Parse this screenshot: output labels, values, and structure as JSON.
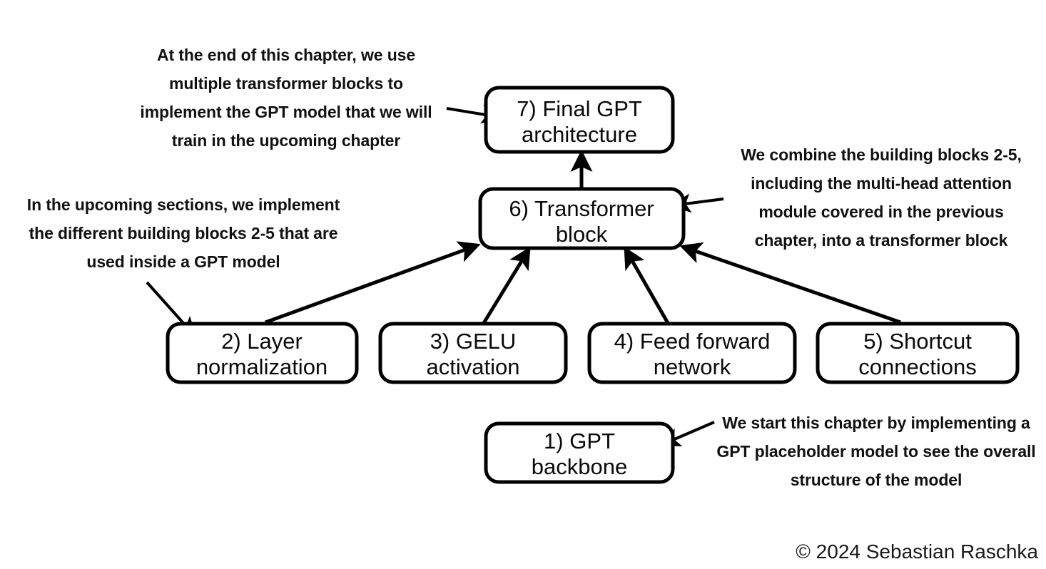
{
  "figure": {
    "title": "GPT model building blocks overview diagram",
    "background_color": "#ffffff",
    "line_color": "#000000",
    "credit": "© 2024 Sebastian Raschka"
  },
  "boxes": [
    {
      "id": "gpt-backbone",
      "line1": "1) GPT",
      "line2": "backbone"
    },
    {
      "id": "layer-normalization",
      "line1": "2) Layer",
      "line2": "normalization"
    },
    {
      "id": "gelu-activation",
      "line1": "3) GELU",
      "line2": "activation"
    },
    {
      "id": "feed-forward-network",
      "line1": "4) Feed forward",
      "line2": "network"
    },
    {
      "id": "shortcut-connections",
      "line1": "5) Shortcut",
      "line2": "connections"
    },
    {
      "id": "transformer-block",
      "line1": "6) Transformer",
      "line2": "block"
    },
    {
      "id": "final-gpt-architecture",
      "line1": "7) Final GPT",
      "line2": "architecture"
    }
  ],
  "annotations": {
    "top_left": {
      "id": "annotation-final-architecture",
      "lines": [
        "At the end of this chapter, we use",
        "multiple transformer blocks to",
        "implement the GPT model that we will",
        "train in the upcoming chapter"
      ]
    },
    "right": {
      "id": "annotation-transformer-block",
      "lines": [
        "We combine the building blocks 2-5,",
        "including the multi-head attention",
        "module covered in the previous",
        "chapter, into a transformer block"
      ]
    },
    "left": {
      "id": "annotation-building-blocks",
      "lines": [
        "In the upcoming sections, we implement",
        "the different building blocks 2-5 that are",
        "used inside a GPT model"
      ]
    },
    "bottom_right": {
      "id": "annotation-gpt-backbone",
      "lines": [
        "We start this chapter by implementing a",
        "GPT placeholder model to see the overall",
        "structure of the model"
      ]
    }
  }
}
